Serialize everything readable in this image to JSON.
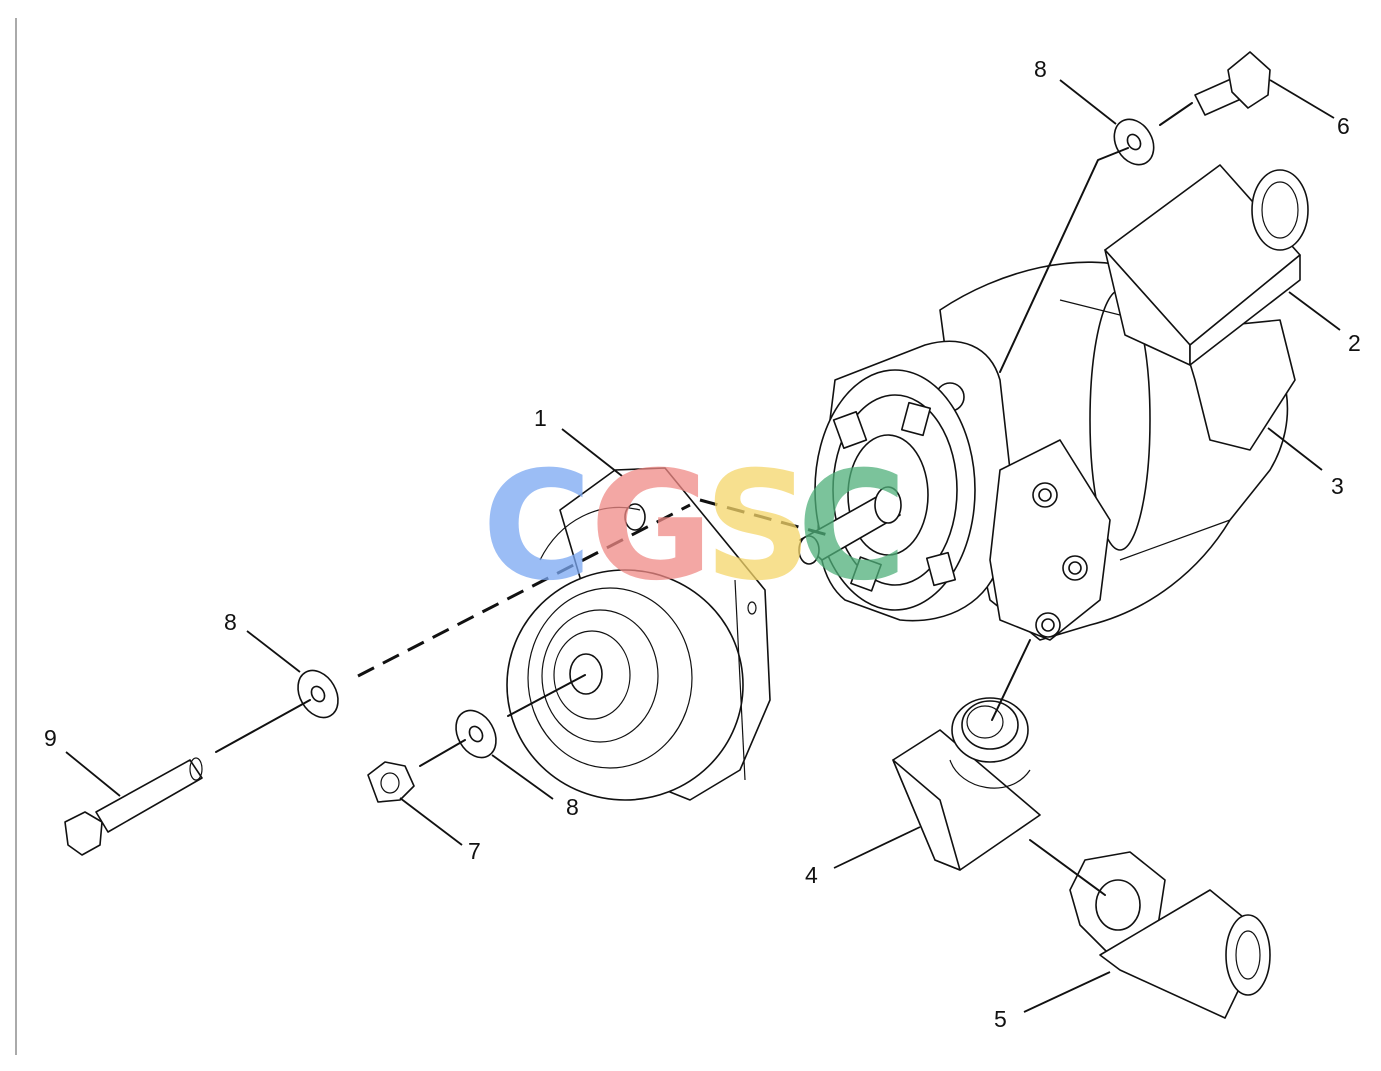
{
  "callouts": [
    {
      "id": "c1",
      "label": "1"
    },
    {
      "id": "c2",
      "label": "2"
    },
    {
      "id": "c3",
      "label": "3"
    },
    {
      "id": "c4",
      "label": "4"
    },
    {
      "id": "c5",
      "label": "5"
    },
    {
      "id": "c6",
      "label": "6"
    },
    {
      "id": "c7",
      "label": "7"
    },
    {
      "id": "c8a",
      "label": "8"
    },
    {
      "id": "c8b",
      "label": "8"
    },
    {
      "id": "c8c",
      "label": "8"
    },
    {
      "id": "c9",
      "label": "9"
    }
  ],
  "watermark": {
    "text": "CGSC",
    "letters": [
      {
        "char": "C",
        "color": "#7aa7f2"
      },
      {
        "char": "G",
        "color": "#f08a86"
      },
      {
        "char": "S",
        "color": "#f5d66a"
      },
      {
        "char": "C",
        "color": "#4fb07a"
      }
    ]
  }
}
